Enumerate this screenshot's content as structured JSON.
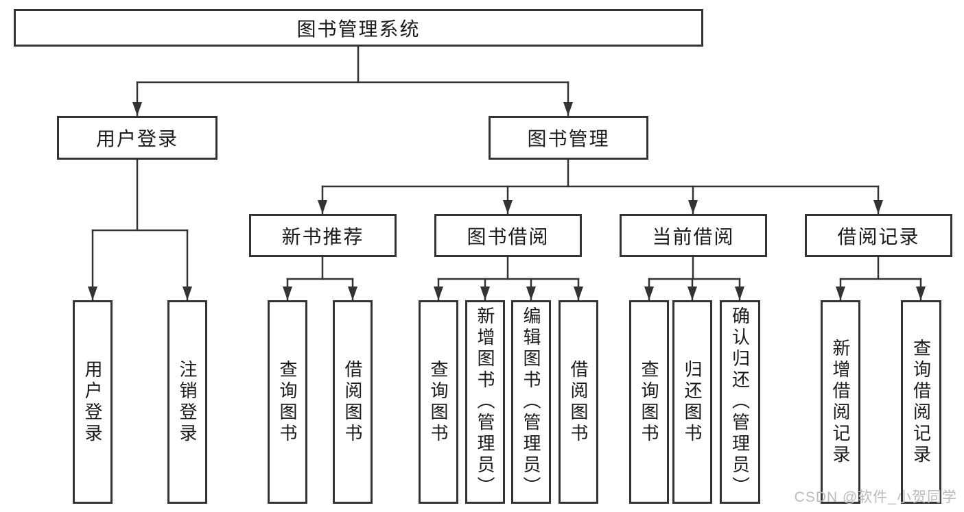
{
  "root": {
    "label": "图书管理系统"
  },
  "level2": {
    "user_login": {
      "label": "用户登录"
    },
    "book_mgmt": {
      "label": "图书管理"
    }
  },
  "level3": {
    "recommend": {
      "label": "新书推荐"
    },
    "borrow": {
      "label": "图书借阅"
    },
    "current": {
      "label": "当前借阅"
    },
    "record": {
      "label": "借阅记录"
    }
  },
  "leaves": {
    "login": [
      "用户登录",
      "注销登录"
    ],
    "recommend": [
      "查询图书",
      "借阅图书"
    ],
    "borrow": [
      "查询图书",
      "新增图书（管理员）",
      "编辑图书（管理员）",
      "借阅图书"
    ],
    "current": [
      "查询图书",
      "归还图书",
      "确认归还（管理员）"
    ],
    "record": [
      "新增借阅记录",
      "查询借阅记录"
    ]
  },
  "watermark": "CSDN @软件_小贺同学",
  "colors": {
    "line": "#333333",
    "text": "#1a1a1a",
    "background": "#ffffff",
    "watermark": "#bbbbbb"
  }
}
